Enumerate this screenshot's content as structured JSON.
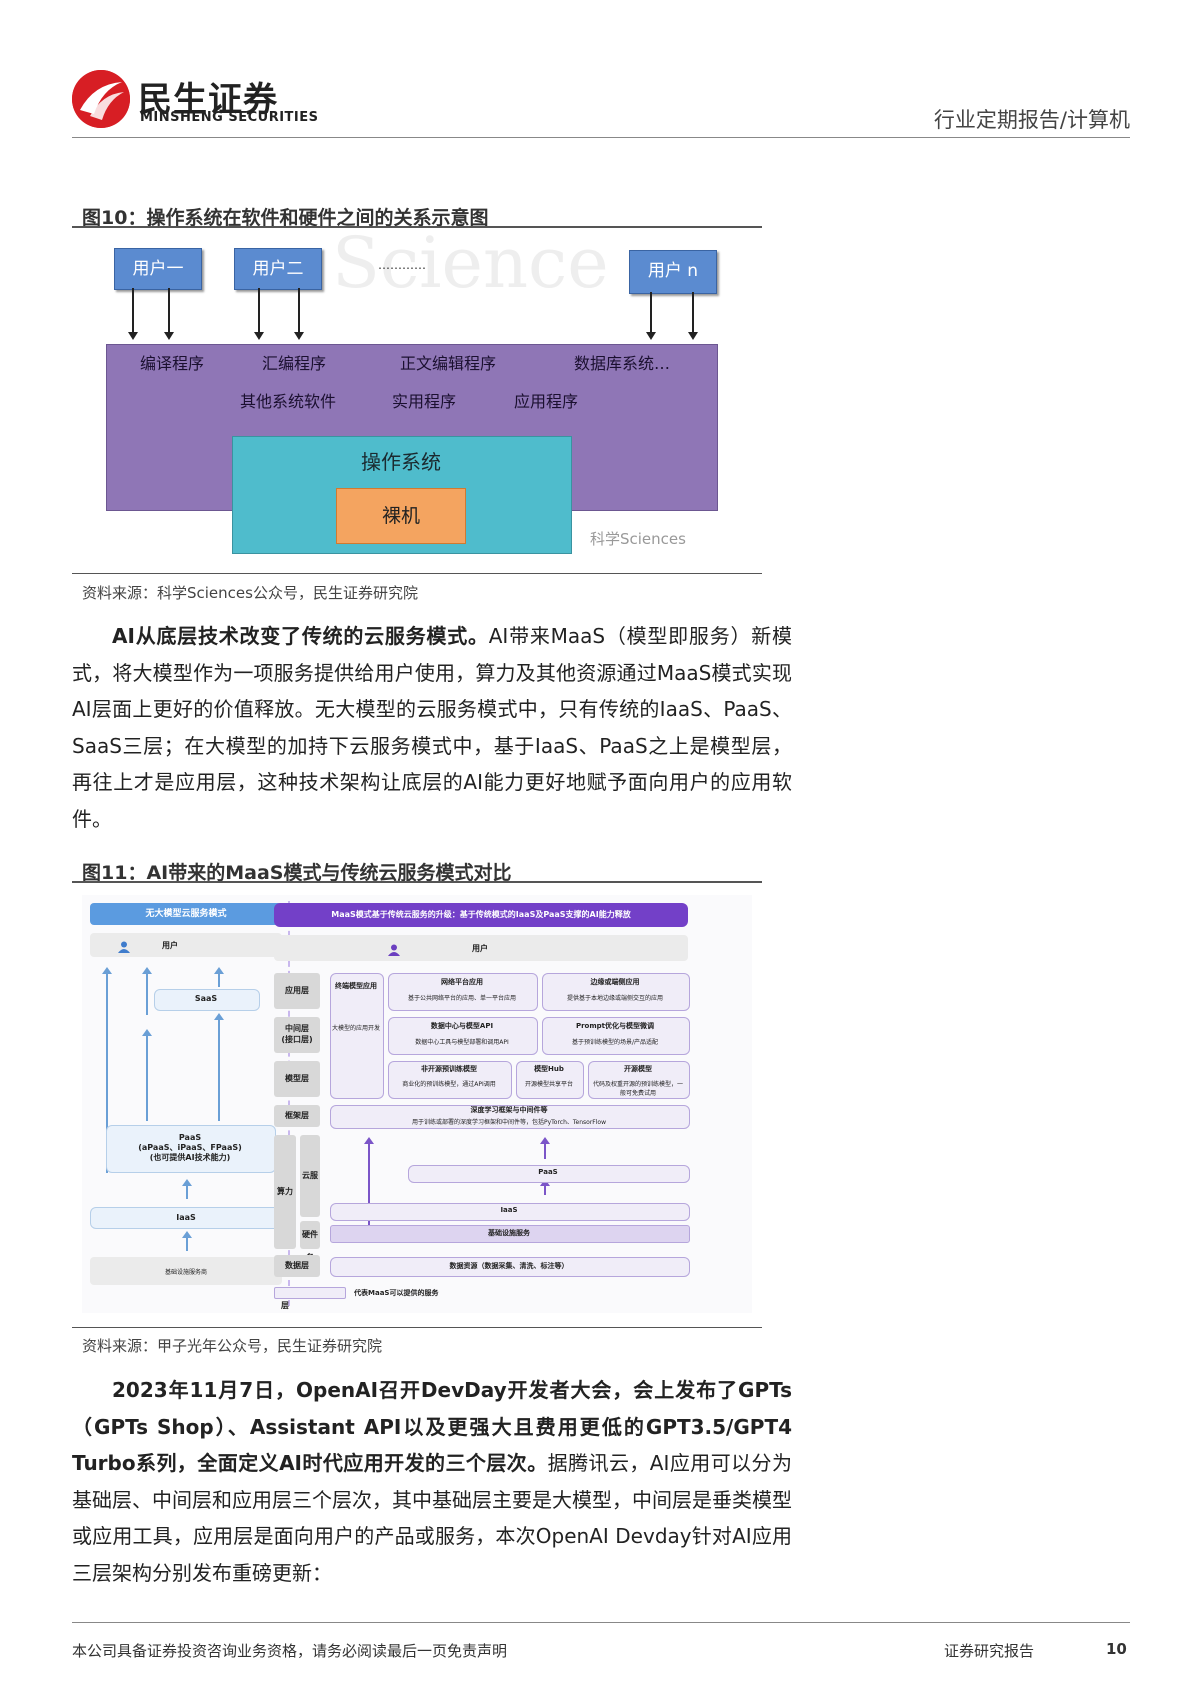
{
  "header": {
    "company_cn": "民生证券",
    "company_en": "MINSHENG SECURITIES",
    "report_type": "行业定期报告/计算机"
  },
  "figure10": {
    "title": "图10：操作系统在软件和硬件之间的关系示意图",
    "users": [
      "用户一",
      "用户二",
      "…………",
      "用户 n"
    ],
    "software_row1": [
      "编译程序",
      "汇编程序",
      "正文编辑程序",
      "数据库系统…"
    ],
    "software_row2": [
      "其他系统软件",
      "实用程序",
      "应用程序"
    ],
    "os": "操作系统",
    "hardware": "裸机",
    "watermark": "科学Sciences",
    "source": "资料来源：科学Sciences公众号，民生证券研究院"
  },
  "paragraph1": {
    "lead": "AI从底层技术改变了传统的云服务模式。",
    "body": "AI带来MaaS（模型即服务）新模式，将大模型作为一项服务提供给用户使用，算力及其他资源通过MaaS模式实现AI层面上更好的价值释放。无大模型的云服务模式中，只有传统的IaaS、PaaS、SaaS三层；在大模型的加持下云服务模式中，基于IaaS、PaaS之上是模型层，再往上才是应用层，这种技术架构让底层的AI能力更好地赋予面向用户的应用软件。"
  },
  "figure11": {
    "title": "图11：AI带来的MaaS模式与传统云服务模式对比",
    "left_header": "无大模型云服务模式",
    "left_user": "用户",
    "left_saas": "SaaS",
    "left_paas": "PaaS\n(aPaaS、iPaaS、FPaaS)\n(也可提供AI技术能力)",
    "left_iaas": "IaaS",
    "left_infra": "基础设施服务商",
    "right_header": "MaaS模式基于传统云服务的升级：基于传统模式的IaaS及PaaS支撑的AI能力释放",
    "right_user": "用户",
    "layers": [
      "应用层",
      "中间层\n(接口层)",
      "模型层",
      "框架层",
      "算力层",
      "云服务",
      "硬件",
      "数据层"
    ],
    "app_vertical": "终端模型应用",
    "app_vertical_sub": "大模型的应用开发",
    "app_platform": "网络平台应用",
    "app_platform_sub": "基于公共网络平台的应用、单一平台应用",
    "app_edge": "边缘或端侧应用",
    "app_edge_sub": "提供基于本地边缘或端侧交互的应用",
    "mid_api": "数据中心与模型API",
    "mid_api_sub": "数据中心工具与模型部署和调用API",
    "mid_prompt": "Prompt优化与模型微调",
    "mid_prompt_sub": "基于预训练模型的场景/产品适配",
    "model_closed": "非开源预训练模型",
    "model_closed_sub": "商业化的预训练模型，通过API调用",
    "model_hub": "模型Hub",
    "model_hub_sub": "开源模型共享平台",
    "model_open": "开源模型",
    "model_open_sub": "代码及权重开源的预训练模型，一般可免费试用",
    "framework": "深度学习框架与中间件等",
    "framework_sub": "用于训练或部署的深度学习框架和中间件等，包括PyTorch、TensorFlow",
    "paas": "PaaS",
    "iaas": "IaaS",
    "infra": "基础设施服务",
    "data": "数据资源（数据采集、清洗、标注等）",
    "legend": "代表MaaS可以提供的服务",
    "source": "资料来源：甲子光年公众号，民生证券研究院"
  },
  "paragraph2": {
    "lead": "2023年11月7日，OpenAI召开DevDay开发者大会，会上发布了GPTs（GPTs Shop）、Assistant API以及更强大且费用更低的GPT3.5/GPT4 Turbo系列，全面定义AI时代应用开发的三个层次。",
    "body": "据腾讯云，AI应用可以分为基础层、中间层和应用层三个层次，其中基础层主要是大模型，中间层是垂类模型或应用工具，应用层是面向用户的产品或服务，本次OpenAI Devday针对AI应用三层架构分别发布重磅更新："
  },
  "footer": {
    "disclaimer": "本公司具备证券投资咨询业务资格，请务必阅读最后一页免责声明",
    "doc_type": "证券研究报告",
    "page": "10"
  }
}
